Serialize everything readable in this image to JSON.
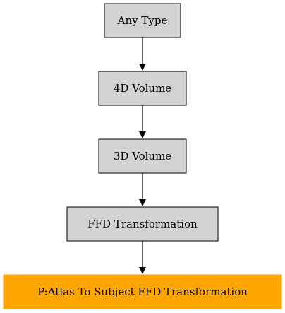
{
  "diagram": {
    "nodes": [
      {
        "id": "any_type",
        "label": "Any Type",
        "fill": "#d3d3d3",
        "stroke": "#000000"
      },
      {
        "id": "volume_4d",
        "label": "4D Volume",
        "fill": "#d3d3d3",
        "stroke": "#000000"
      },
      {
        "id": "volume_3d",
        "label": "3D Volume",
        "fill": "#d3d3d3",
        "stroke": "#000000"
      },
      {
        "id": "ffd_transformation",
        "label": "FFD Transformation",
        "fill": "#d3d3d3",
        "stroke": "#000000"
      },
      {
        "id": "atlas_to_subject",
        "label": "P:Atlas To Subject FFD Transformation",
        "fill": "#ffa500",
        "stroke": "#ffa500"
      }
    ],
    "edges": [
      {
        "from": "any_type",
        "to": "volume_4d"
      },
      {
        "from": "volume_4d",
        "to": "volume_3d"
      },
      {
        "from": "volume_3d",
        "to": "ffd_transformation"
      },
      {
        "from": "ffd_transformation",
        "to": "atlas_to_subject"
      }
    ]
  }
}
